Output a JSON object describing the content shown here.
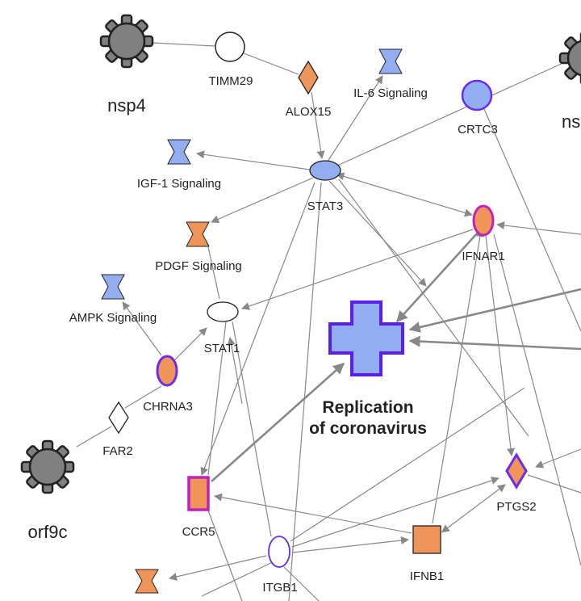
{
  "colors": {
    "orange": "#f0955a",
    "blue": "#93aef0",
    "gray": "#808080",
    "edge": "#888888",
    "purple_border": "#6a2cf0",
    "magenta_border": "#c020c0"
  },
  "nodes": [
    {
      "id": "nsp4",
      "label": "nsp4",
      "shape": "virus-icon"
    },
    {
      "id": "nsp_right",
      "label": "ns",
      "shape": "virus-icon"
    },
    {
      "id": "orf9c",
      "label": "orf9c",
      "shape": "virus-icon"
    },
    {
      "id": "timm29",
      "label": "TIMM29",
      "shape": "circle"
    },
    {
      "id": "alox15",
      "label": "ALOX15",
      "shape": "diamond"
    },
    {
      "id": "il6",
      "label": "IL-6 Signaling",
      "shape": "hourglass"
    },
    {
      "id": "crtc3",
      "label": "CRTC3",
      "shape": "circle"
    },
    {
      "id": "igf1",
      "label": "IGF-1 Signaling",
      "shape": "hourglass"
    },
    {
      "id": "stat3",
      "label": "STAT3",
      "shape": "ellipse"
    },
    {
      "id": "ifnar1",
      "label": "IFNAR1",
      "shape": "ellipse"
    },
    {
      "id": "pdgf",
      "label": "PDGF Signaling",
      "shape": "hourglass"
    },
    {
      "id": "ampk",
      "label": "AMPK Signaling",
      "shape": "hourglass"
    },
    {
      "id": "stat1",
      "label": "STAT1",
      "shape": "ellipse"
    },
    {
      "id": "chrna3",
      "label": "CHRNA3",
      "shape": "ellipse"
    },
    {
      "id": "far2",
      "label": "FAR2",
      "shape": "diamond"
    },
    {
      "id": "replication",
      "label_line1": "Replication",
      "label_line2": "of coronavirus",
      "shape": "cross"
    },
    {
      "id": "ptgs2",
      "label": "PTGS2",
      "shape": "diamond"
    },
    {
      "id": "ccr5",
      "label": "CCR5",
      "shape": "rect"
    },
    {
      "id": "ifnb1",
      "label": "IFNB1",
      "shape": "rect"
    },
    {
      "id": "itgb1",
      "label": "ITGB1",
      "shape": "ellipse"
    },
    {
      "id": "bottom_hourglass",
      "label": "",
      "shape": "hourglass"
    }
  ]
}
